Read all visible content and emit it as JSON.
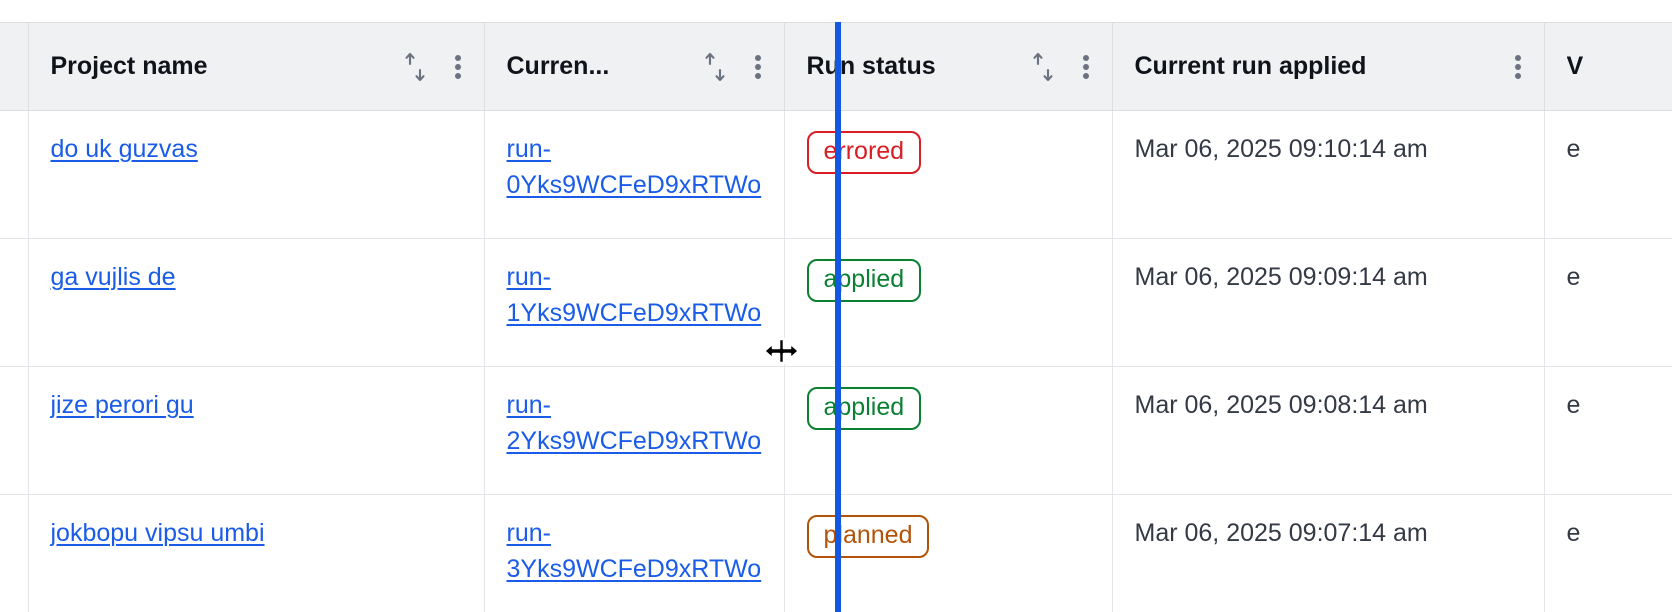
{
  "table": {
    "columns": [
      {
        "key": "select",
        "label": "",
        "has_sort": false,
        "has_menu": false,
        "truncated": false
      },
      {
        "key": "project",
        "label": "Project name",
        "has_sort": true,
        "has_menu": true,
        "truncated": false
      },
      {
        "key": "currun",
        "label": "Curren...",
        "has_sort": true,
        "has_menu": true,
        "truncated": true
      },
      {
        "key": "status",
        "label": "Run status",
        "has_sort": true,
        "has_menu": true,
        "truncated": false
      },
      {
        "key": "applied",
        "label": "Current run applied",
        "has_sort": false,
        "has_menu": true,
        "truncated": false
      },
      {
        "key": "extra",
        "label": "V",
        "has_sort": false,
        "has_menu": false,
        "truncated": true
      }
    ],
    "rows": [
      {
        "project_name": "do uk guzvas",
        "current_run": "run-0Yks9WCFeD9xRTWo",
        "run_status": "errored",
        "run_status_variant": "errored",
        "current_run_applied": "Mar 06, 2025 09:10:14 am",
        "extra": "e"
      },
      {
        "project_name": "ga vujlis de",
        "current_run": "run-1Yks9WCFeD9xRTWo",
        "run_status": "applied",
        "run_status_variant": "applied",
        "current_run_applied": "Mar 06, 2025 09:09:14 am",
        "extra": "e"
      },
      {
        "project_name": "jize perori gu",
        "current_run": "run-2Yks9WCFeD9xRTWo",
        "run_status": "applied",
        "run_status_variant": "applied",
        "current_run_applied": "Mar 06, 2025 09:08:14 am",
        "extra": "e"
      },
      {
        "project_name": "jokbopu vipsu umbi",
        "current_run": "run-3Yks9WCFeD9xRTWo",
        "run_status": "planned",
        "run_status_variant": "planned",
        "current_run_applied": "Mar 06, 2025 09:07:14 am",
        "extra": "e"
      }
    ]
  },
  "icons": {
    "sort": "sort-arrows-icon",
    "menu": "kebab-menu-icon",
    "resize_cursor": "column-resize-cursor"
  },
  "colors": {
    "link": "#1a5ce8",
    "header_bg": "#f0f1f3",
    "border": "#dcdee2",
    "row_border": "#e3e5e8",
    "text": "#333a45",
    "status_errored": "#d81d25",
    "status_applied": "#0a8031",
    "status_planned": "#b35309",
    "resize_indicator": "#1258e0"
  },
  "interaction": {
    "resize_active": true,
    "resize_column": "currun"
  }
}
